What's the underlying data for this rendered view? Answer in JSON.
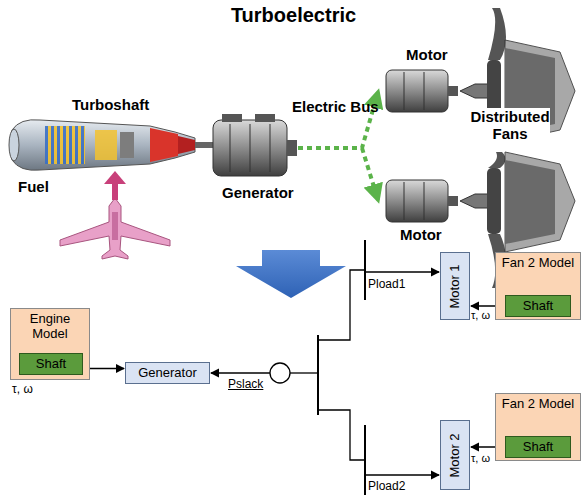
{
  "diagram": {
    "title": "Turboelectric",
    "nodes": [
      {
        "text": [
          "Engine Model"
        ]
      },
      {
        "text": [
          "Shaft"
        ],
        "in": 0
      },
      {
        "text": [
          "Generator"
        ]
      },
      {
        "text": [
          "Motor 1"
        ]
      },
      {
        "text": [
          "Fan 2 Model"
        ]
      },
      {
        "text": [
          "Shaft"
        ],
        "in": 4
      },
      {
        "text": [
          "Motor 2"
        ]
      },
      {
        "text": [
          "Fan 2 Model"
        ]
      },
      {
        "text": [
          "Shaft"
        ],
        "in": 7
      }
    ],
    "edges": [
      {
        "from": 1,
        "to": 2,
        "arrow": "to"
      },
      {
        "from": 5,
        "to": 3,
        "arrow": "to"
      },
      {
        "from": 8,
        "to": 6,
        "arrow": "to"
      }
    ],
    "labels": [
      "Turboshaft",
      "Fuel",
      "Generator",
      "Electric Bus",
      "Motor",
      "Distributed Fans",
      "Motor",
      "τ, ω",
      "Pslack",
      "Pload1",
      "Pload2",
      "τ, ω",
      "τ, ω"
    ]
  }
}
